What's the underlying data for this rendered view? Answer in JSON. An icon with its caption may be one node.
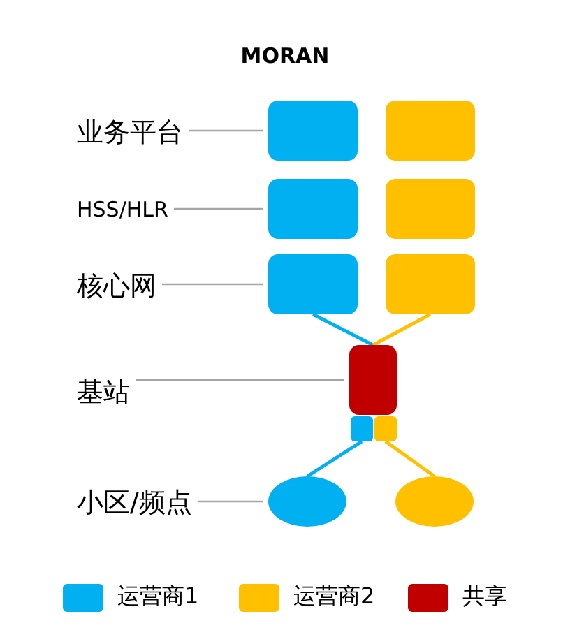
{
  "diagram": {
    "title": "MORAN",
    "nodes": [
      {
        "text": [
          "业务平台"
        ]
      },
      {
        "text": [],
        "shape": "box"
      },
      {
        "text": [],
        "shape": "box"
      },
      {
        "text": [
          "HSS/HLR"
        ]
      },
      {
        "text": [],
        "shape": "box"
      },
      {
        "text": [],
        "shape": "box"
      },
      {
        "text": [
          "核心网"
        ]
      },
      {
        "text": [],
        "shape": "box"
      },
      {
        "text": [],
        "shape": "box"
      },
      {
        "text": [
          "基站"
        ]
      },
      {
        "text": [],
        "shape": "box"
      },
      {
        "text": [],
        "shape": "box"
      },
      {
        "text": [],
        "shape": "box"
      },
      {
        "text": [
          "小区/频点"
        ]
      },
      {
        "text": [],
        "shape": "circle"
      },
      {
        "text": [],
        "shape": "circle"
      }
    ],
    "edges": [
      {
        "from": 0,
        "to": 1,
        "arrow": "none"
      },
      {
        "from": 3,
        "to": 4,
        "arrow": "none"
      },
      {
        "from": 6,
        "to": 7,
        "arrow": "none"
      },
      {
        "from": 9,
        "to": 10,
        "arrow": "none"
      },
      {
        "from": 13,
        "to": 14,
        "arrow": "none"
      },
      {
        "from": 7,
        "to": 10,
        "arrow": "none",
        "color": "#00b0f0"
      },
      {
        "from": 8,
        "to": 10,
        "arrow": "none",
        "color": "#ffc000"
      },
      {
        "from": 11,
        "to": 14,
        "arrow": "none",
        "color": "#00b0f0"
      },
      {
        "from": 12,
        "to": 15,
        "arrow": "none",
        "color": "#ffc000"
      }
    ],
    "legend": [
      {
        "text": "运营商1",
        "color": "#00b0f0"
      },
      {
        "text": "运营商2",
        "color": "#ffc000"
      },
      {
        "text": "共享",
        "color": "#c00000"
      }
    ]
  }
}
